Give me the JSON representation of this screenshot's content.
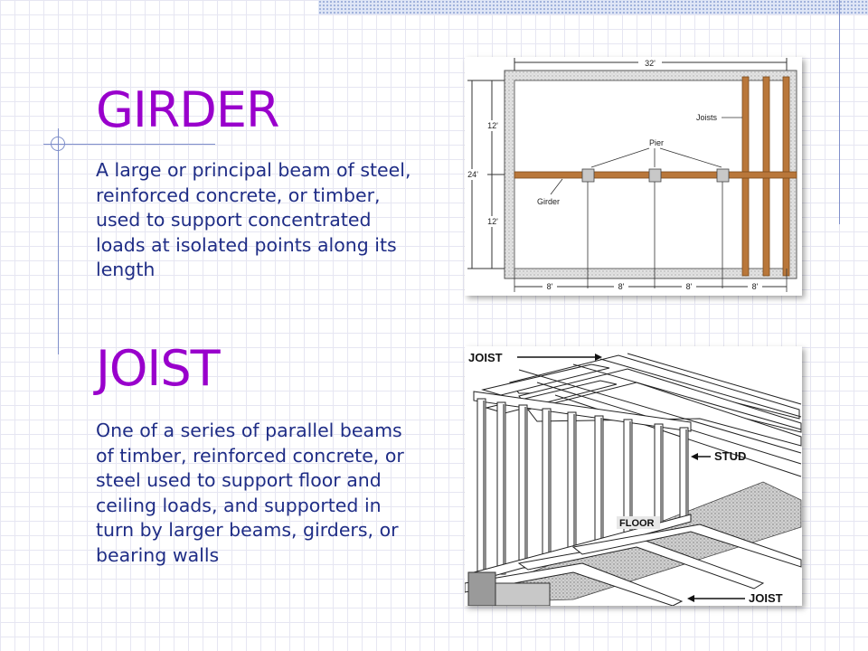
{
  "slide": {
    "girder_title": "GIRDER",
    "girder_text": "A large or principal beam of steel, reinforced concrete, or timber, used to support concentrated loads at isolated points along its length",
    "joist_title": "JOIST",
    "joist_text": "One of a series of parallel beams of timber, reinforced concrete, or steel used to support floor and ceiling loads, and supported in turn by larger beams, girders, or bearing walls"
  },
  "girder_figure": {
    "overall_width": "32'",
    "overall_depth": "24'",
    "upper_half": "12'",
    "lower_half": "12'",
    "bay_1": "8'",
    "bay_2": "8'",
    "bay_3": "8'",
    "bay_4": "8'",
    "label_joists": "Joists",
    "label_pier": "Pier",
    "label_girder": "Girder"
  },
  "joist_figure": {
    "label_joist_top": "JOIST",
    "label_stud": "STUD",
    "label_floor": "FLOOR",
    "label_joist_bottom": "JOIST"
  },
  "colors": {
    "title": "#9900cc",
    "text": "#1f2d86",
    "wood": "#b9773a"
  }
}
